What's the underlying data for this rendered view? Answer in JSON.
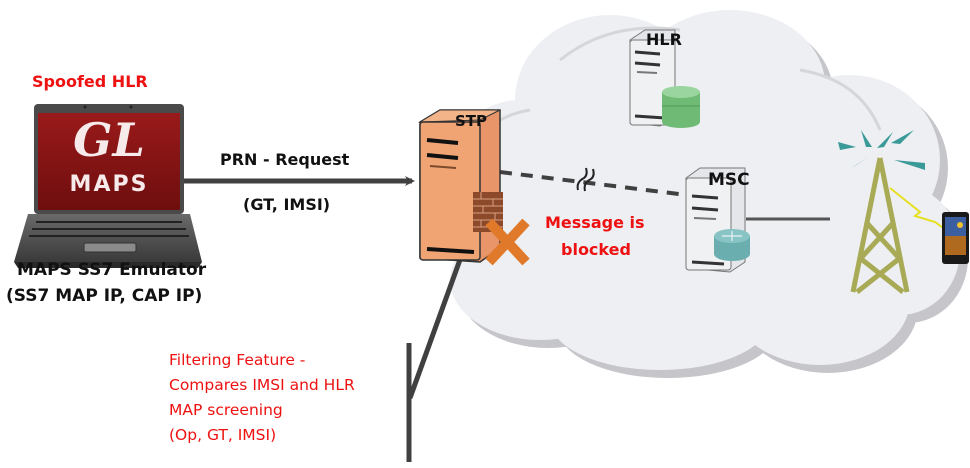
{
  "emulator": {
    "role_label": "Spoofed HLR",
    "screen_logo_main": "GL",
    "screen_logo_sub": "MAPS",
    "name_line1": "MAPS SS7 Emulator",
    "name_line2": "(SS7  MAP IP, CAP IP)"
  },
  "request_arrow": {
    "label": "PRN -  Request",
    "params": "(GT, IMSI)"
  },
  "network": {
    "stp_label": "STP",
    "hlr_label": "HLR",
    "msc_label": "MSC",
    "blocked_line1": "Message is",
    "blocked_line2": "blocked"
  },
  "filter_note": {
    "lines": [
      "Filtering Feature -",
      "Compares IMSI and HLR",
      "MAP screening",
      "(Op, GT, IMSI)"
    ]
  },
  "colors": {
    "annotation_red": "#ee1111",
    "stp_orange": "#f0a070",
    "blocked_x_orange": "#e07a2a",
    "cloud_fill": "#eef0f4",
    "cloud_shadow": "#c8c8cc",
    "db_green": "#74c07a",
    "router_teal": "#5aa6a8",
    "tower_olive": "#a8aa55",
    "screen_red": "#8a1414",
    "arrow_gray": "#404040"
  },
  "icons": [
    "laptop-icon",
    "stp-server-icon",
    "firewall-icon",
    "blocked-x-icon",
    "hlr-server-icon",
    "database-icon",
    "msc-server-icon",
    "router-icon",
    "cell-tower-icon",
    "smartphone-icon",
    "cloud-icon",
    "link-break-icon"
  ]
}
